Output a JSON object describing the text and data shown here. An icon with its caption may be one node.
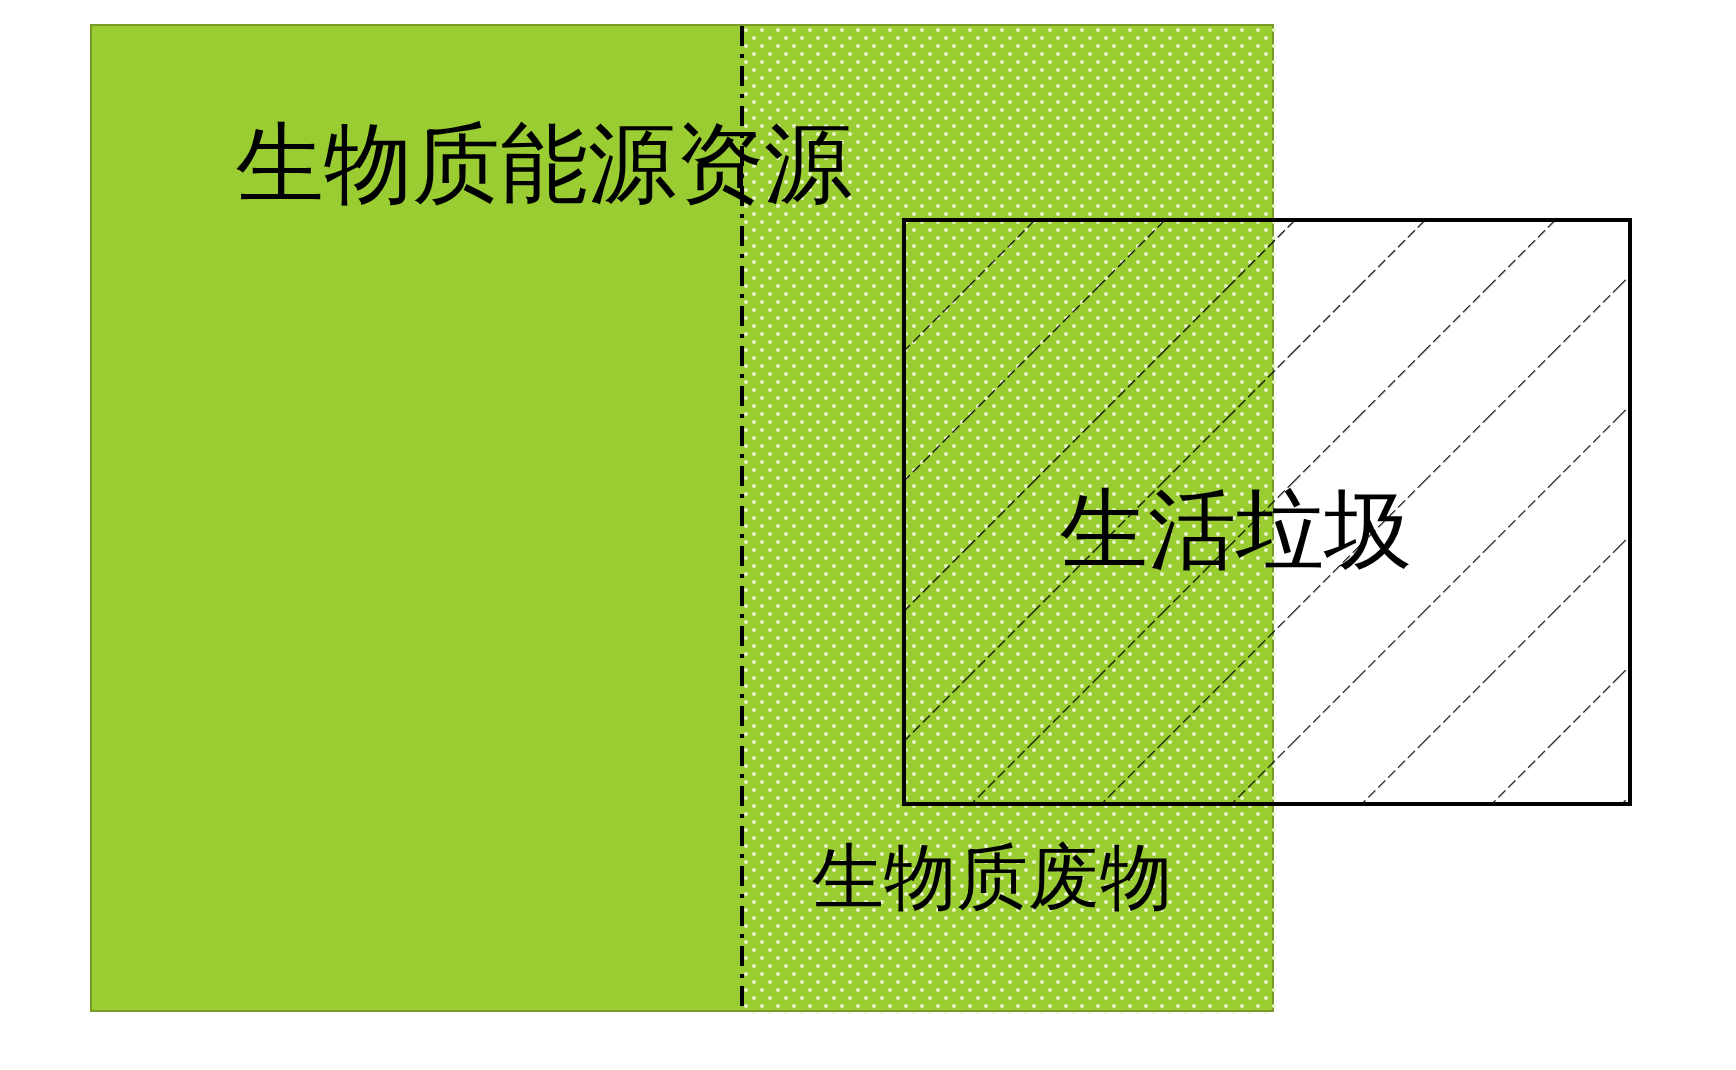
{
  "diagram": {
    "nodes": [
      {
        "text": [
          "生物质能源资源"
        ]
      },
      {
        "text": [
          "生物质废物"
        ],
        "in": 0
      },
      {
        "text": [
          "生活垃圾"
        ]
      }
    ]
  }
}
